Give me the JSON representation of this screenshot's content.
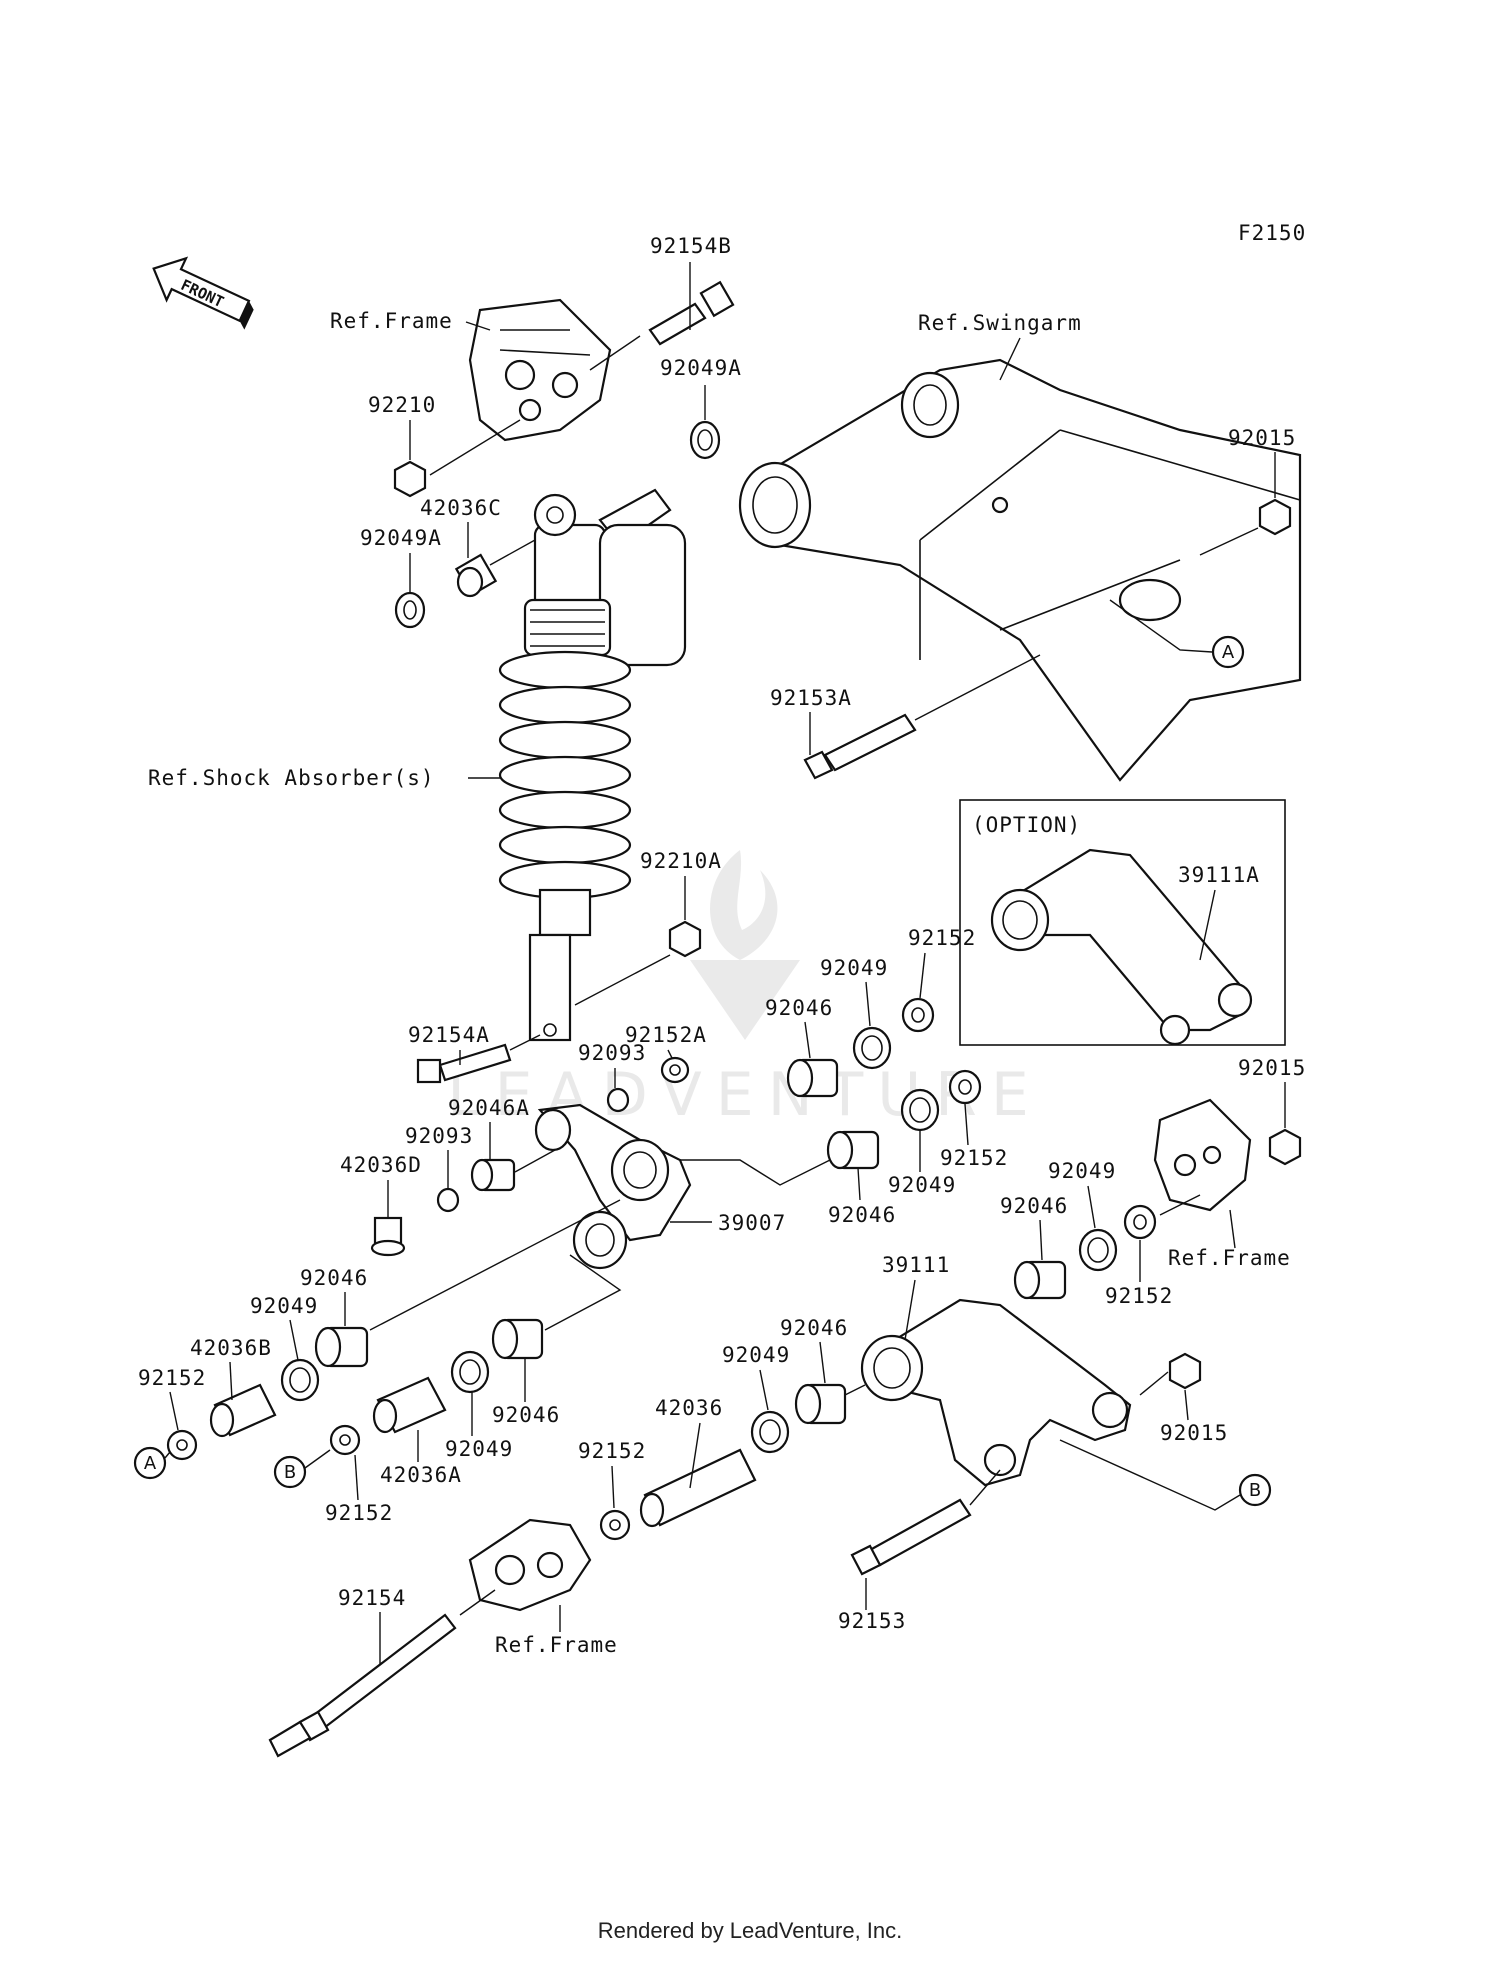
{
  "figure_code": "F2150",
  "front_label": "FRONT",
  "option_label": "(OPTION)",
  "footer": "Rendered by LeadVenture, Inc.",
  "watermark": "LEADVENTURE",
  "refs": {
    "frame_top": "Ref.Frame",
    "swingarm": "Ref.Swingarm",
    "shock": "Ref.Shock Absorber(s)",
    "frame_right": "Ref.Frame",
    "frame_bottom": "Ref.Frame"
  },
  "parts": {
    "p92154B": "92154B",
    "p92049A_top": "92049A",
    "p92210": "92210",
    "p42036C": "42036C",
    "p92049A_left": "92049A",
    "p92015_top": "92015",
    "p92153A": "92153A",
    "p39111A": "39111A",
    "p92210A": "92210A",
    "p92154A": "92154A",
    "p92152A": "92152A",
    "p92093_a": "92093",
    "p92046A": "92046A",
    "p92093_b": "92093",
    "p42036D": "42036D",
    "p92046_a": "92046",
    "p92049_a": "92049",
    "p92152_a": "92152",
    "p92152_b": "92152",
    "p92049_b": "92049",
    "p92046_b": "92046",
    "p39007": "39007",
    "p92015_mid": "92015",
    "p92049_c": "92049",
    "p92046_c": "92046",
    "p92152_c": "92152",
    "p92046_d": "92046",
    "p92049_d": "92049",
    "p42036B": "42036B",
    "p92152_d": "92152",
    "p39111": "39111",
    "p92046_e": "92046",
    "p92049_e": "92049",
    "p92046_f": "92046",
    "p92049_f": "92049",
    "p42036": "42036",
    "p92152_e": "92152",
    "p42036A": "42036A",
    "p92152_f": "92152",
    "p92015_bot": "92015",
    "p92154": "92154",
    "p92153": "92153"
  },
  "callouts": {
    "A": "A",
    "B": "B"
  }
}
